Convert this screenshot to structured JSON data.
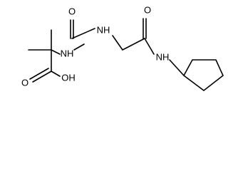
{
  "molecule": {
    "atom_labels": {
      "carbonyl_o_urea": "O",
      "nh_urea_right": "NH",
      "nh_urea_left": "NH",
      "carbonyl_o_amide": "O",
      "nh_amide": "NH",
      "hydroxyl": "OH",
      "carbonyl_o_acid": "O"
    }
  }
}
